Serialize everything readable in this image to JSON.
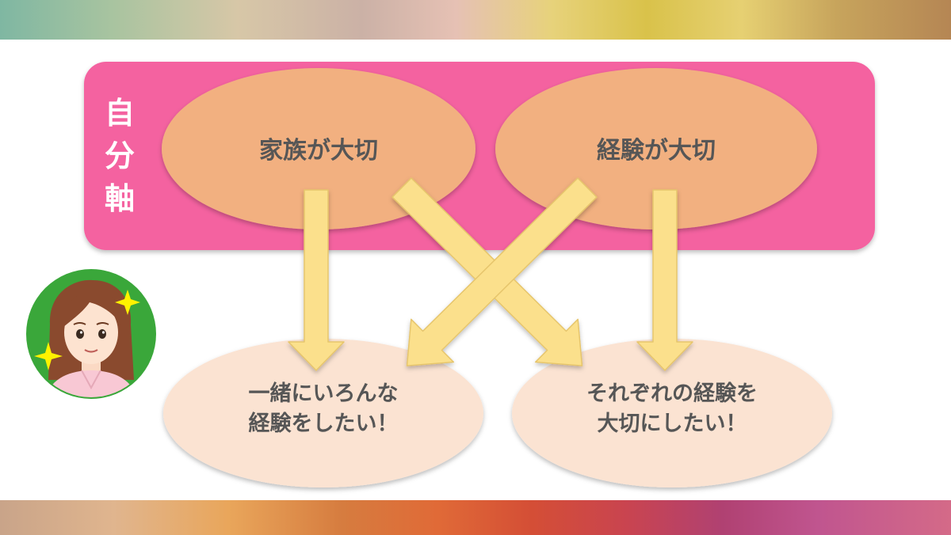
{
  "vertical_label": [
    "自",
    "分",
    "軸"
  ],
  "top_nodes": [
    "家族が大切",
    "経験が大切"
  ],
  "bottom_nodes": [
    [
      "一緒にいろんな",
      "経験をしたい！"
    ],
    [
      "それぞれの経験を",
      "大切にしたい！"
    ]
  ],
  "colors": {
    "band": "#f462a0",
    "top_node_fill": "#f2b080",
    "bottom_node_fill": "#fbe3d2",
    "arrow_fill": "#fbe08c",
    "arrow_stroke": "#e6c56c",
    "avatar_bg": "#3aa73a",
    "sparkle": "#fff200"
  }
}
